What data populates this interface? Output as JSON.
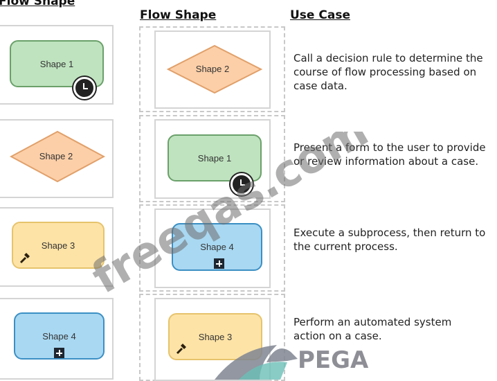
{
  "headers": {
    "left": "Flow Shape",
    "middle": "Flow Shape",
    "right": "Use Case"
  },
  "left_shapes": [
    "Shape 1",
    "Shape 2",
    "Shape 3",
    "Shape 4"
  ],
  "middle_shapes": [
    "Shape 2",
    "Shape 1",
    "Shape 4",
    "Shape 3"
  ],
  "use_cases": [
    "Call a decision rule to determine the course of flow processing based on case data.",
    "Present a form to the user to provide or review information about a case.",
    "Execute a subprocess, then return to the current process.",
    "Perform an automated system action on a case."
  ],
  "watermark": "freeqas.com",
  "logo": "PEGA"
}
